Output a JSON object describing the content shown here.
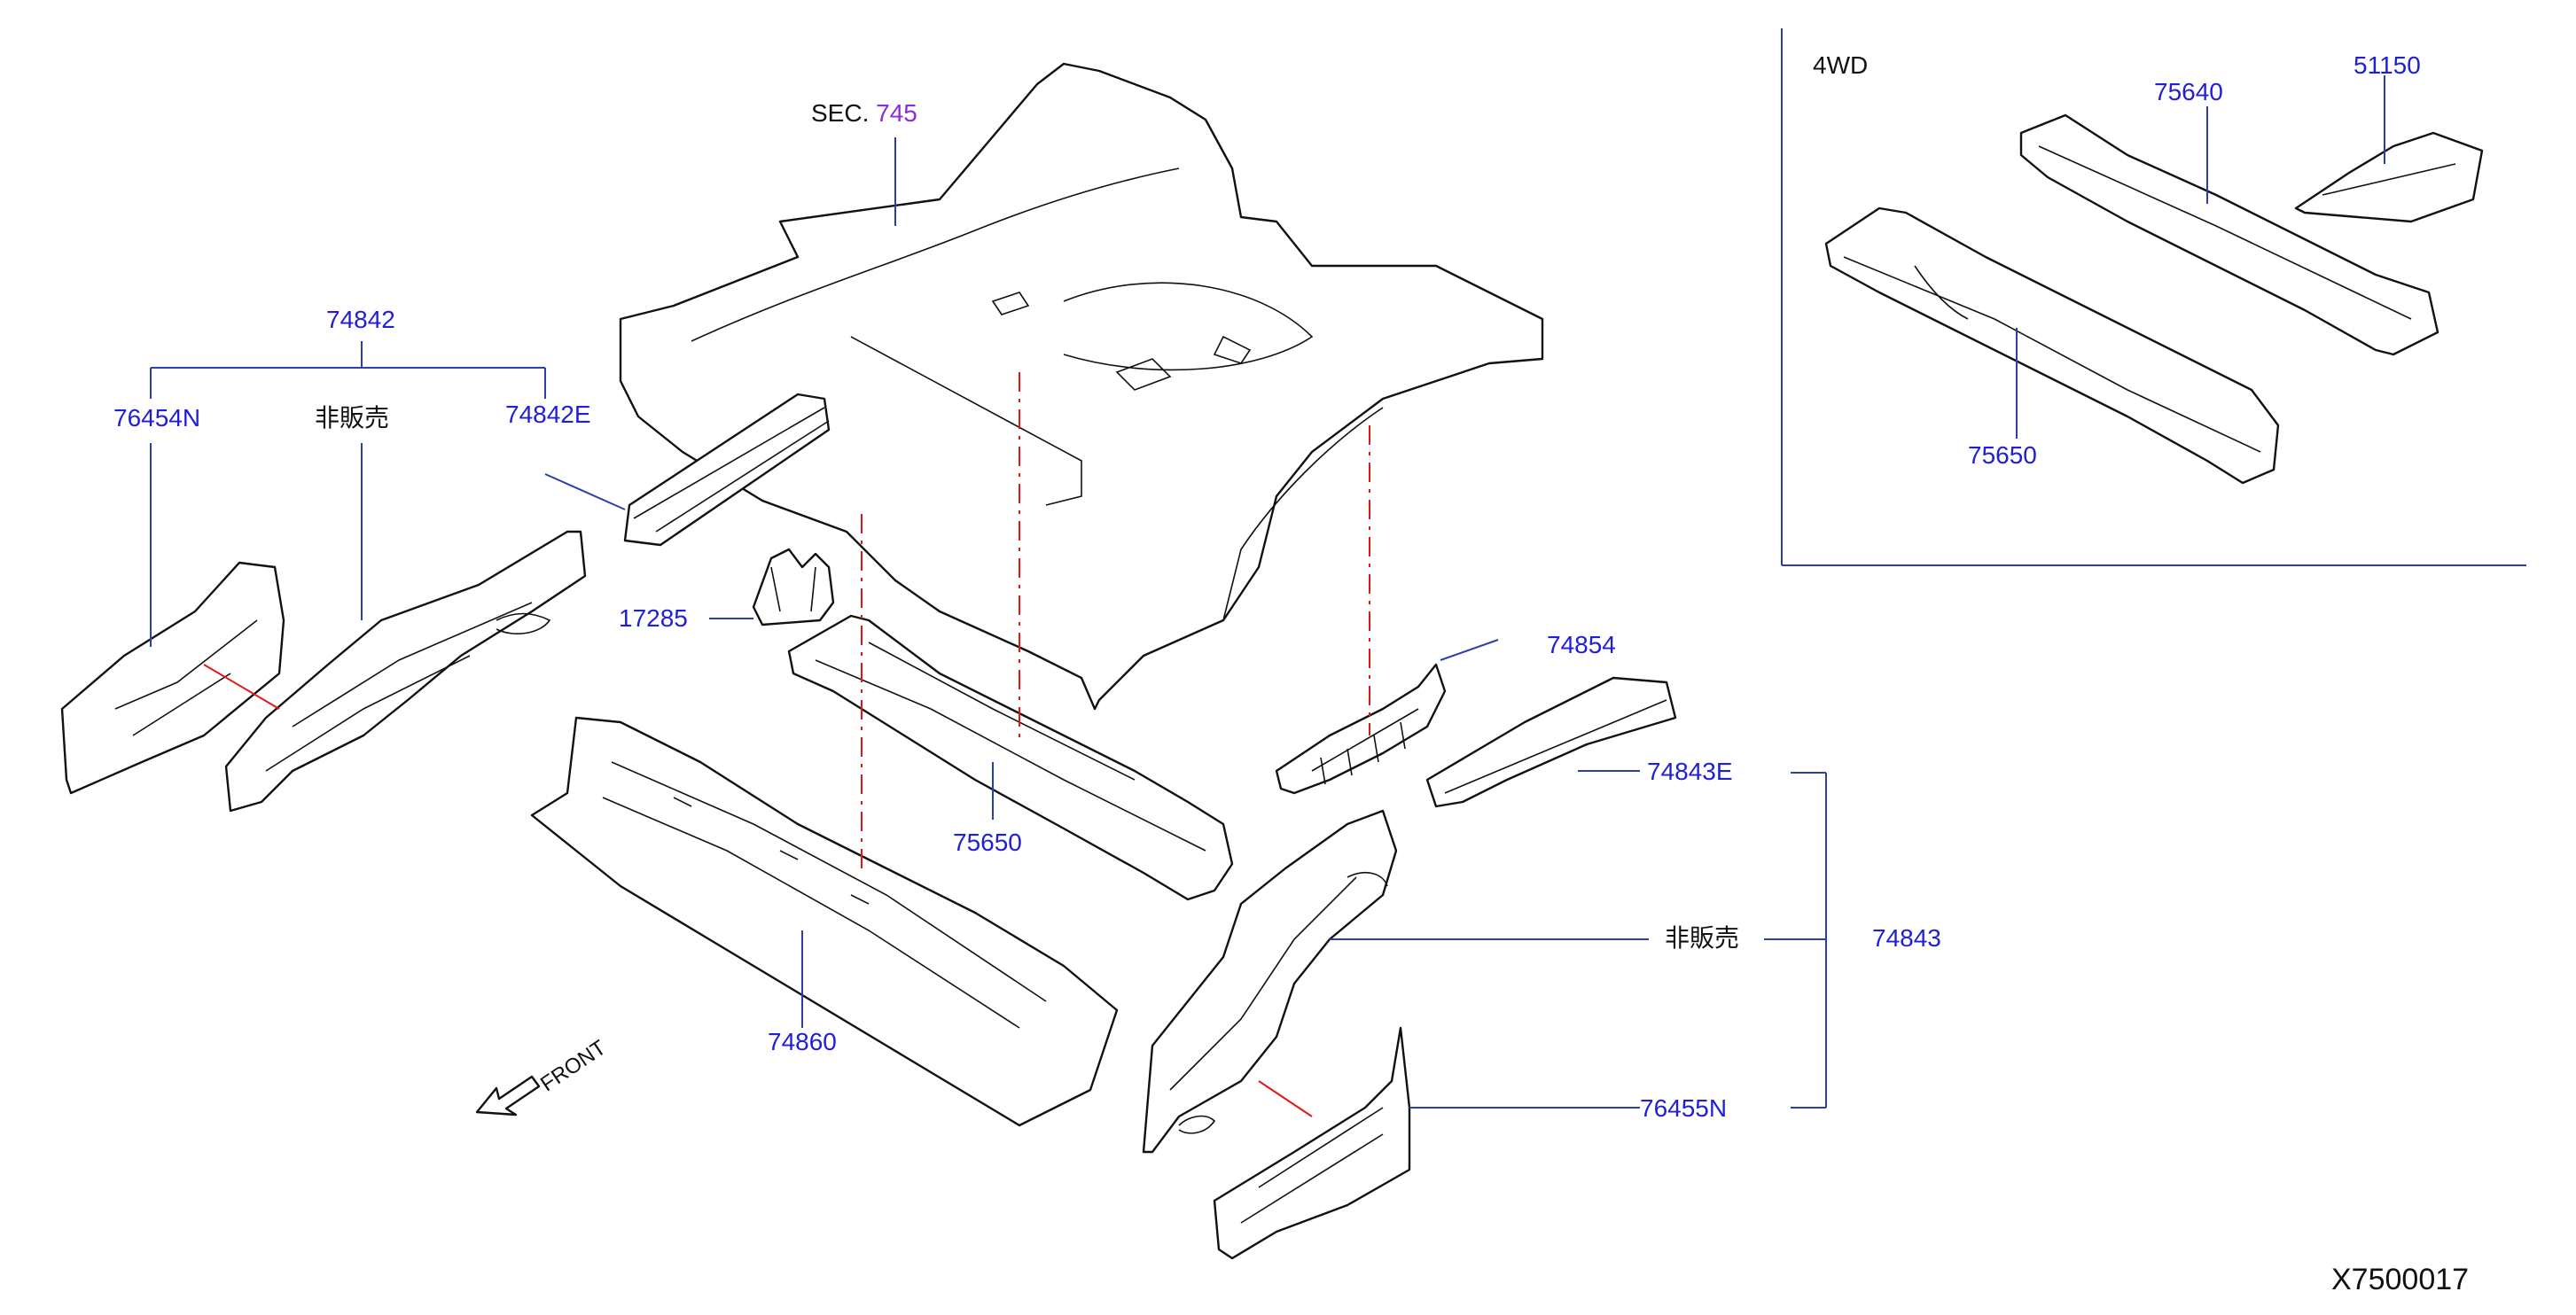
{
  "section": {
    "prefix": "SEC.",
    "number": "745"
  },
  "inset": {
    "title": "4WD",
    "parts": [
      "75640",
      "51150",
      "75650"
    ]
  },
  "parts": {
    "p74842": "74842",
    "p76454N": "76454N",
    "p74842E": "74842E",
    "p17285": "17285",
    "p75650": "75650",
    "p74854": "74854",
    "p74843E": "74843E",
    "p74843": "74843",
    "p74860": "74860",
    "p76455N": "76455N"
  },
  "not_for_sale": "非販売",
  "front": "FRONT",
  "reference_code": "X7500017",
  "colors": {
    "part_number": "#1f1fd6",
    "section_link": "#8a2be2",
    "centerline": "#e01818",
    "leader": "#2b3fa8"
  }
}
